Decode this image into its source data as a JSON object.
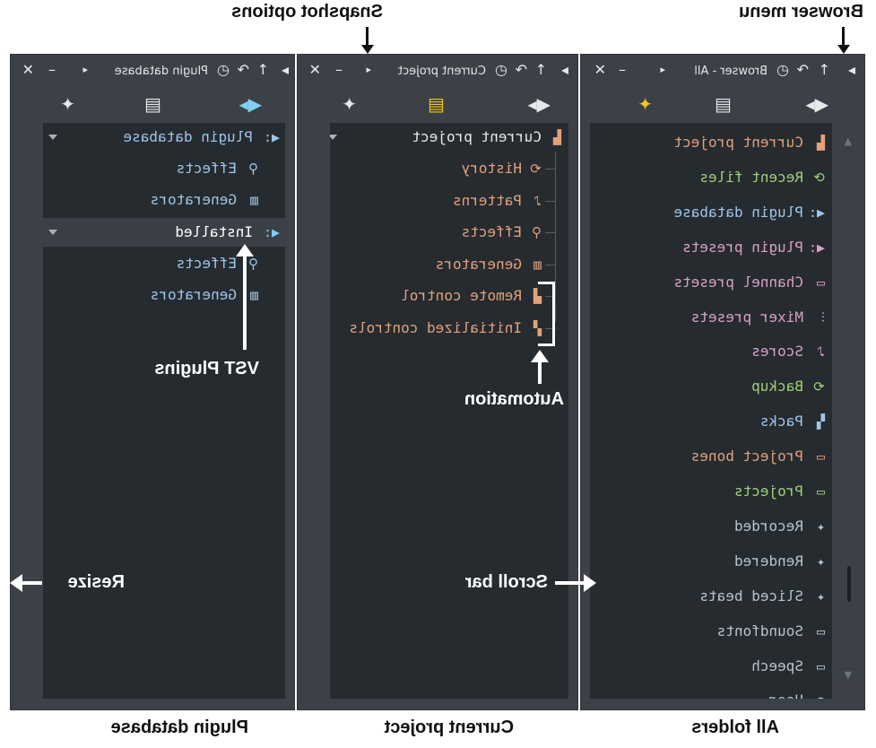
{
  "annotations": {
    "browser_menu": "Browser menu",
    "snapshot_options": "Snapshot options",
    "vst_plugins": "VST Plugins",
    "automation": "Automation",
    "resize": "Resize",
    "scroll_bar": "Scroll bar",
    "caption_all_folders": "All folders",
    "caption_current_project": "Current project",
    "caption_plugin_database": "Plugin database"
  },
  "panel_all": {
    "title": "Browser - All",
    "items": [
      {
        "label": "Current project",
        "icon": "project-icon",
        "color": "#e3a17c"
      },
      {
        "label": "Recent files",
        "icon": "recent-files-icon",
        "color": "#9fd07a"
      },
      {
        "label": "Plugin database",
        "icon": "plug-icon",
        "color": "#9dc6ec"
      },
      {
        "label": "Plugin presets",
        "icon": "plug-icon",
        "color": "#d9a0c8"
      },
      {
        "label": "Channel presets",
        "icon": "channel-icon",
        "color": "#d9a0c8"
      },
      {
        "label": "Mixer presets",
        "icon": "mixer-icon",
        "color": "#d9a0c8"
      },
      {
        "label": "Scores",
        "icon": "note-icon",
        "color": "#d9a0c8"
      },
      {
        "label": "Backup",
        "icon": "backup-icon",
        "color": "#9fd07a"
      },
      {
        "label": "Packs",
        "icon": "packs-icon",
        "color": "#9dc6ec"
      },
      {
        "label": "Project bones",
        "icon": "folder-icon",
        "color": "#e3a17c"
      },
      {
        "label": "Projects",
        "icon": "folder-plus-icon",
        "color": "#9fd07a"
      },
      {
        "label": "Recorded",
        "icon": "wave-icon",
        "color": "#b8c4cc"
      },
      {
        "label": "Rendered",
        "icon": "wave-icon",
        "color": "#b8c4cc"
      },
      {
        "label": "Sliced beats",
        "icon": "wave-icon",
        "color": "#b8c4cc"
      },
      {
        "label": "Soundfonts",
        "icon": "folder-icon",
        "color": "#b8c4cc"
      },
      {
        "label": "Speech",
        "icon": "folder-icon",
        "color": "#b8c4cc"
      },
      {
        "label": "User",
        "icon": "user-icon",
        "color": "#b8c4cc"
      }
    ]
  },
  "panel_project": {
    "title": "Current project",
    "root": "Current project",
    "items": [
      {
        "label": "History",
        "color": "#e3a17c"
      },
      {
        "label": "Patterns",
        "color": "#e3a17c"
      },
      {
        "label": "Effects",
        "color": "#e3a17c"
      },
      {
        "label": "Generators",
        "color": "#e3a17c"
      },
      {
        "label": "Remote control",
        "color": "#e3a17c"
      },
      {
        "label": "Initialized controls",
        "color": "#e3a17c"
      }
    ]
  },
  "panel_plugins": {
    "title": "Plugin database",
    "root": "Plugin database",
    "items": [
      {
        "label": "Effects",
        "color": "#9dc6ec"
      },
      {
        "label": "Generators",
        "color": "#9dc6ec"
      },
      {
        "label": "Installed",
        "color": "#ffffff"
      },
      {
        "label": "Effects",
        "color": "#9dc6ec"
      },
      {
        "label": "Generators",
        "color": "#9dc6ec"
      }
    ]
  },
  "colors": {
    "panel_bg": "#3b4147",
    "tree_bg": "#262b2f",
    "accent_yellow": "#f0c419",
    "accent_blue": "#7fd0f5"
  }
}
